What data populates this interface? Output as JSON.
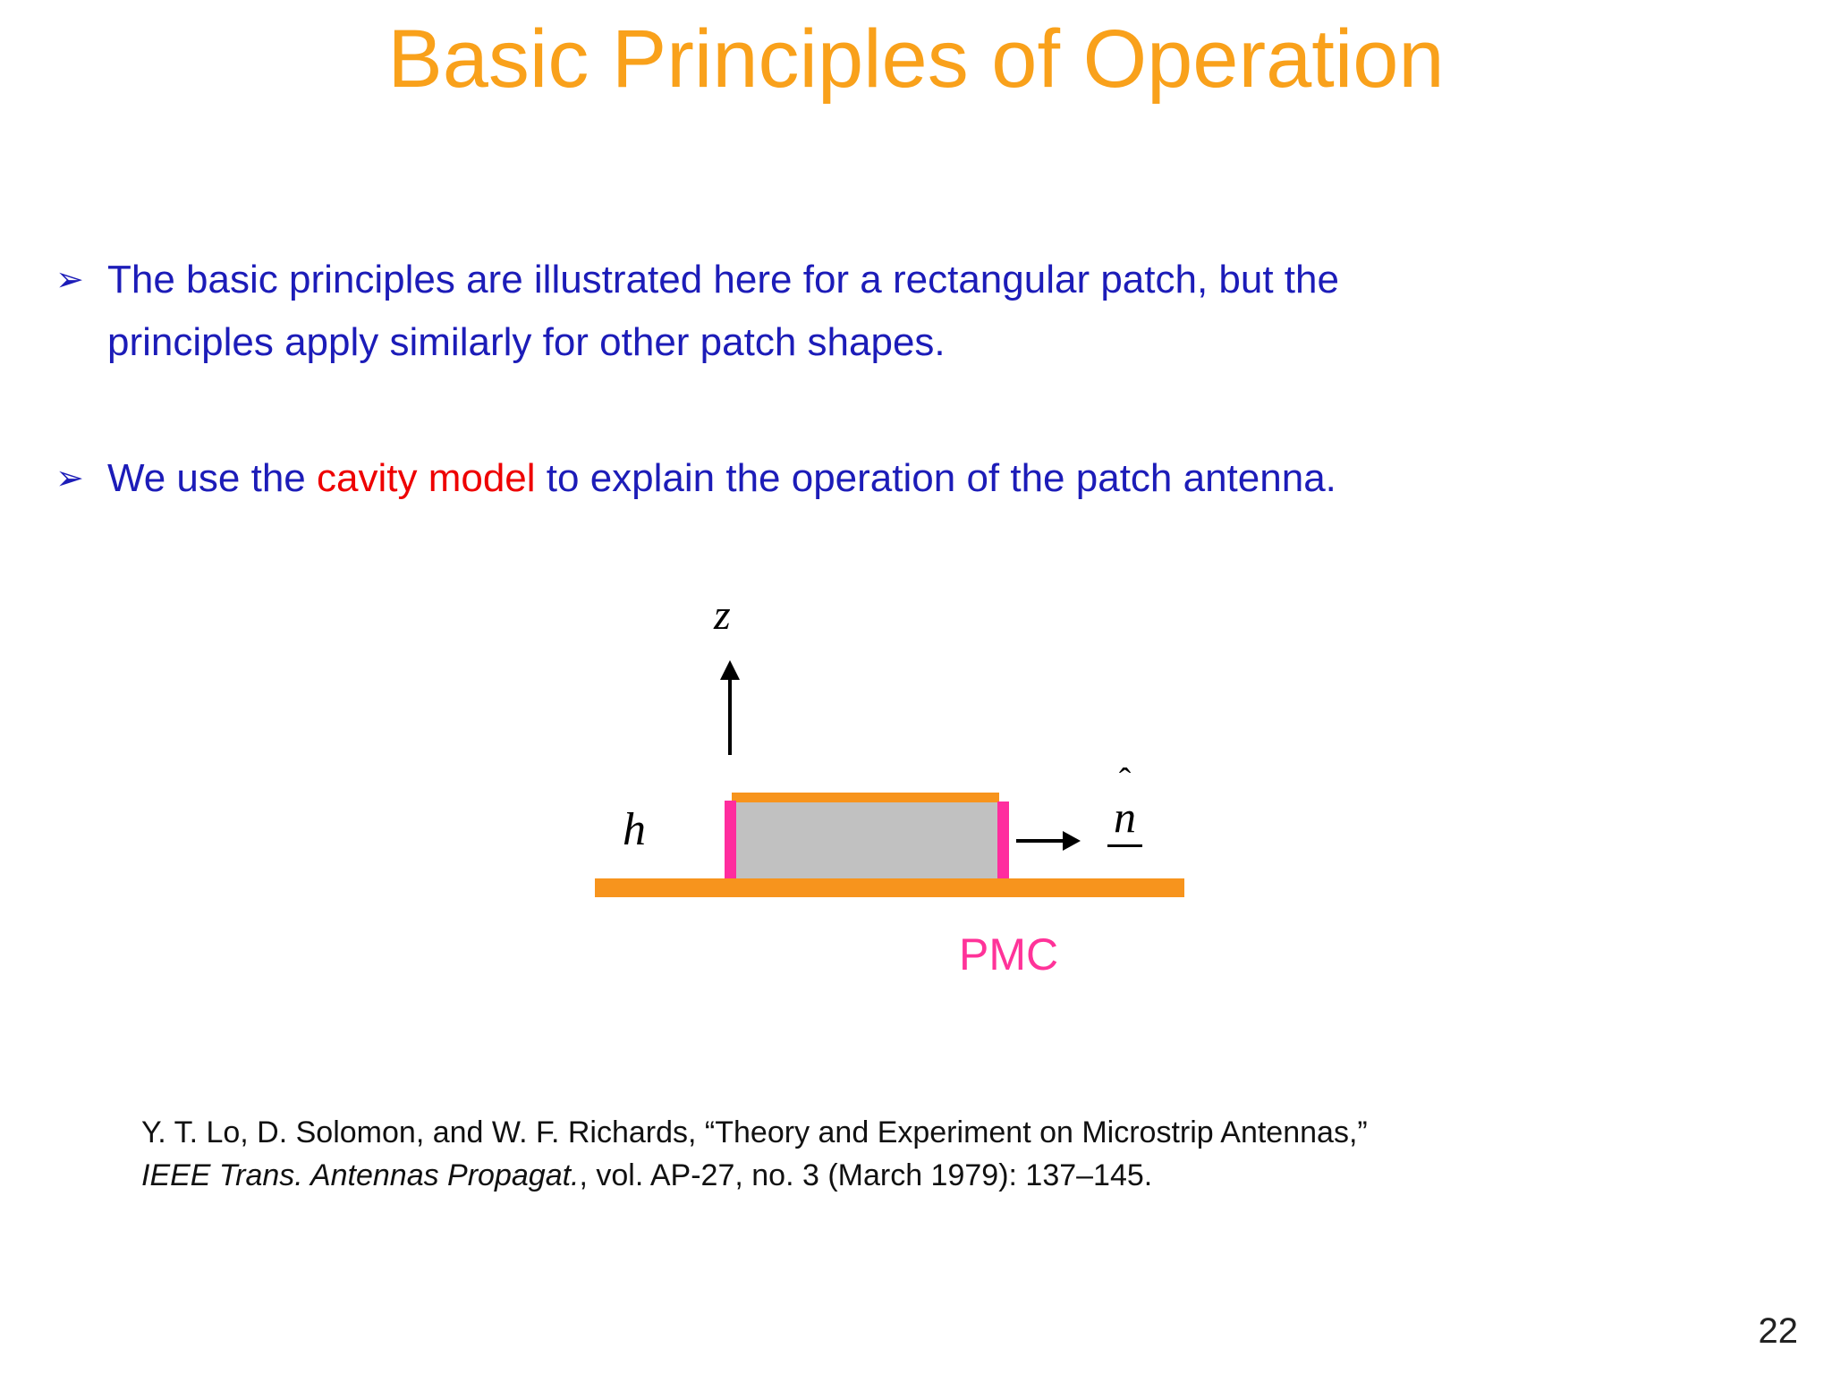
{
  "slide": {
    "title": "Basic Principles of Operation",
    "page_number": "22"
  },
  "bullets": [
    {
      "marker": "➢",
      "lines": [
        "The basic principles are illustrated here for a rectangular patch, but the",
        "principles apply similarly for other patch shapes."
      ]
    },
    {
      "marker": "➢",
      "prefix": "We use the ",
      "highlight": "cavity model",
      "suffix": " to explain the operation of the patch antenna."
    }
  ],
  "diagram": {
    "z_label": "z",
    "h_label": "h",
    "n_hat": "ˆ",
    "n_label": "n",
    "pmc_label": "PMC"
  },
  "citation": {
    "line1": "Y. T. Lo, D. Solomon, and W. F. Richards, “Theory and Experiment on Microstrip Antennas,”",
    "line2_italic": "IEEE Trans. Antennas Propagat.",
    "line2_rest": ", vol. AP-27, no. 3 (March 1979): 137–145."
  },
  "colors": {
    "title_orange": "#F9A11B",
    "body_blue": "#1C1CB8",
    "highlight_red": "#EE0000",
    "diagram_orange": "#F7941D",
    "pmc_pink": "#FF2D9E",
    "pmc_text_pink": "#FF3399",
    "substrate_gray": "#C1C1C1"
  }
}
